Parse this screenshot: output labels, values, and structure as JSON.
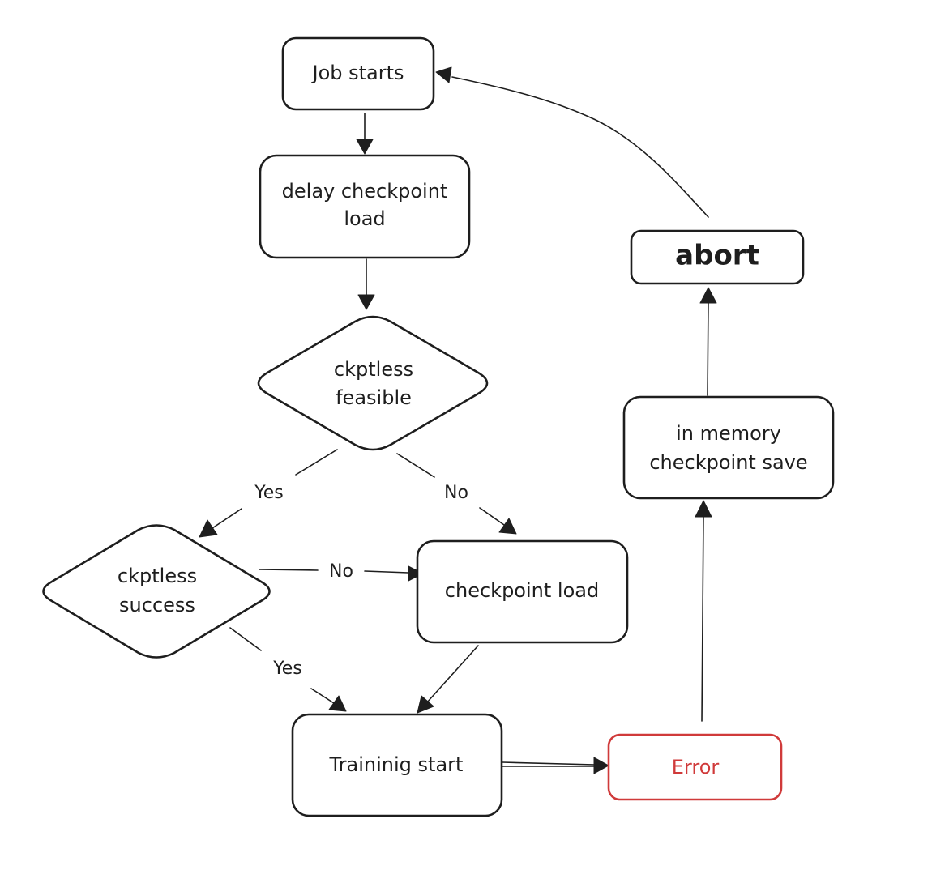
{
  "colors": {
    "ink": "#1e1e1e",
    "error": "#d03a3a",
    "background": "#ffffff"
  },
  "nodes": {
    "job_starts": {
      "label": "Job starts"
    },
    "delay_checkpoint_load": {
      "line1": "delay checkpoint",
      "line2": "load"
    },
    "ckptless_feasible": {
      "line1": "ckptless",
      "line2": "feasible"
    },
    "ckptless_success": {
      "line1": "ckptless",
      "line2": "success"
    },
    "checkpoint_load": {
      "label": "checkpoint load"
    },
    "training_start": {
      "label": "Traininig start"
    },
    "error": {
      "label": "Error"
    },
    "in_memory_checkpoint_save": {
      "line1": "in memory",
      "line2": "checkpoint save"
    },
    "abort": {
      "label": "abort"
    }
  },
  "edge_labels": {
    "feasible_yes": "Yes",
    "feasible_no": "No",
    "success_no": "No",
    "success_yes": "Yes"
  }
}
